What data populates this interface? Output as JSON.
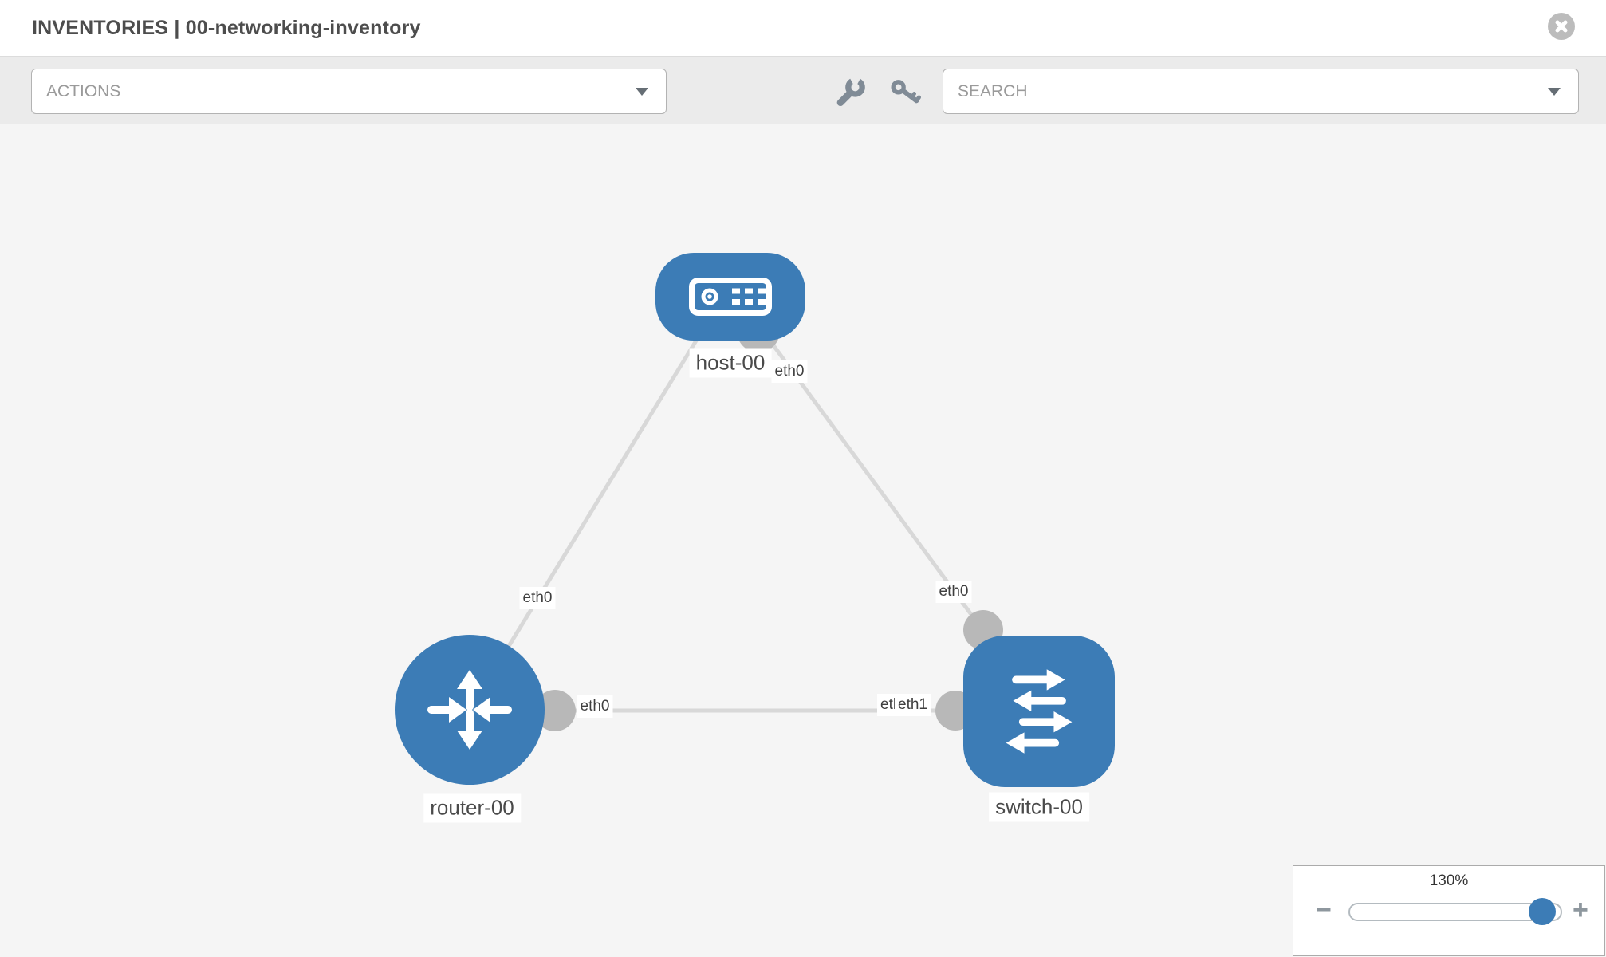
{
  "header": {
    "title": "INVENTORIES | 00-networking-inventory"
  },
  "toolbar": {
    "actions_label": "ACTIONS",
    "search_label": "SEARCH",
    "icons": [
      "wrench-icon",
      "key-icon",
      "caret-down-icon"
    ]
  },
  "topology": {
    "nodes": [
      {
        "label": "host-00",
        "type": "host"
      },
      {
        "label": "router-00",
        "type": "router"
      },
      {
        "label": "switch-00",
        "type": "switch"
      }
    ],
    "links": [
      {
        "from": "host-00",
        "to": "router-00",
        "from_interface": "eth0",
        "to_interface": "eth0"
      },
      {
        "from": "host-00",
        "to": "switch-00",
        "from_interface": "eth0",
        "to_interface": "eth0"
      },
      {
        "from": "router-00",
        "to": "switch-00",
        "from_interface": "eth0",
        "to_interface": "eth1"
      }
    ],
    "interface_labels": {
      "host_left": "eth0",
      "host_right": "eth0",
      "link_host_router_mid": "eth0",
      "link_host_switch_mid": "eth0",
      "router_right": "eth0",
      "switch_left_under": "eth0",
      "switch_left_over": "eth1"
    }
  },
  "zoom_control": {
    "level": "130%",
    "minus_label": "−",
    "plus_label": "+"
  },
  "colors": {
    "node_blue": "#3c7cb6",
    "link_gray": "#d8d8d8",
    "port_gray": "#b8b8b8",
    "toolbar_bg": "#ebebeb",
    "canvas_bg": "#f5f5f5",
    "title_text": "#4d4d4d"
  }
}
